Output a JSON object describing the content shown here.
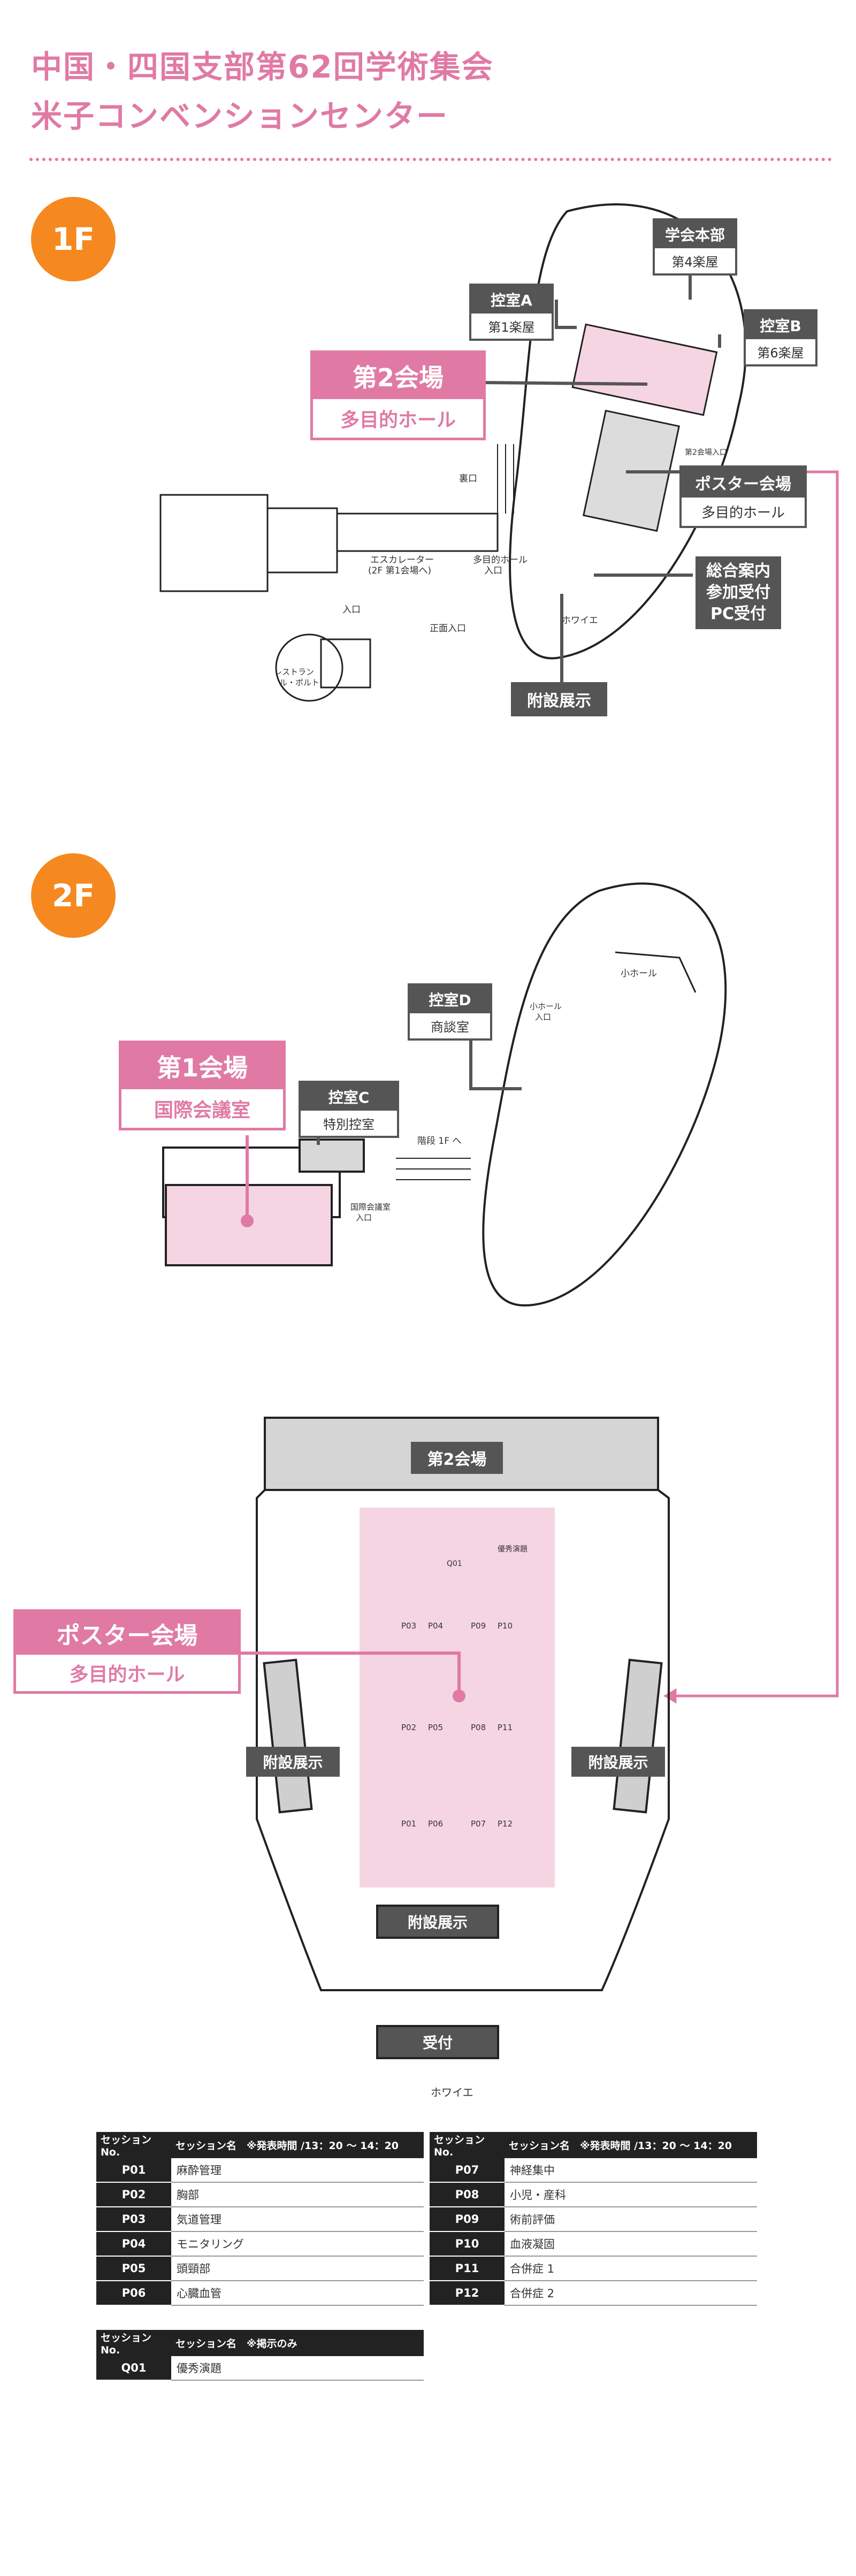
{
  "header": {
    "title_line1": "中国・四国支部第62回学術集会",
    "title_line2": "米子コンベンションセンター"
  },
  "floors": {
    "f1": "1F",
    "f2": "2F"
  },
  "f1": {
    "gakkai": {
      "top": "学会本部",
      "bot": "第4楽屋"
    },
    "hikaeA": {
      "top": "控室A",
      "bot": "第1楽屋"
    },
    "hikaeB": {
      "top": "控室B",
      "bot": "第6楽屋"
    },
    "venue2": {
      "top": "第2会場",
      "bot": "多目的ホール"
    },
    "poster": {
      "top": "ポスター会場",
      "bot": "多目的ホール"
    },
    "reception": {
      "l1": "総合案内",
      "l2": "参加受付",
      "l3": "PC受付"
    },
    "exhibit": "附設展示",
    "labels": {
      "backdoor": "裏口",
      "escalator": "エスカレーター",
      "escalator2": "(2F 第1会場へ)",
      "tahall": "多目的ホール",
      "tahall2": "入口",
      "foyer": "ホワイエ",
      "main_entrance": "正面入口",
      "entrance": "入口",
      "restaurant": "レストラン",
      "restaurant2": "ル・ポルト",
      "venue2_entrance": "第2会場入口"
    }
  },
  "f2": {
    "hikaeD": {
      "top": "控室D",
      "bot": "商談室"
    },
    "hikaeC": {
      "top": "控室C",
      "bot": "特別控室"
    },
    "venue1": {
      "top": "第1会場",
      "bot": "国際会議室"
    },
    "labels": {
      "small_hall": "小ホール",
      "small_hall_entrance": "小ホール",
      "small_hall_entrance2": "入口",
      "stairs": "階段 1F へ",
      "intl_entrance": "国際会議室",
      "intl_entrance2": "入口"
    }
  },
  "detail": {
    "stage": "第2会場",
    "poster": {
      "top": "ポスター会場",
      "bot": "多目的ホール"
    },
    "exhibit_left": "附設展示",
    "exhibit_right": "附設展示",
    "exhibit_center": "附設展示",
    "reception": "受付",
    "foyer": "ホワイエ",
    "award": "優秀演題",
    "q01": "Q01",
    "boards": [
      "P03",
      "P04",
      "P09",
      "P10",
      "P02",
      "P05",
      "P08",
      "P11",
      "P01",
      "P06",
      "P07",
      "P12"
    ]
  },
  "tables": {
    "left": {
      "h_no": "セッションNo.",
      "h_name": "セッション名　※発表時間 /13：20 ～ 14：20",
      "rows": [
        {
          "no": "P01",
          "name": "麻酔管理"
        },
        {
          "no": "P02",
          "name": "胸部"
        },
        {
          "no": "P03",
          "name": "気道管理"
        },
        {
          "no": "P04",
          "name": "モニタリング"
        },
        {
          "no": "P05",
          "name": "頭頸部"
        },
        {
          "no": "P06",
          "name": "心臓血管"
        }
      ]
    },
    "right": {
      "h_no": "セッションNo.",
      "h_name": "セッション名　※発表時間 /13：20 ～ 14：20",
      "rows": [
        {
          "no": "P07",
          "name": "神経集中"
        },
        {
          "no": "P08",
          "name": "小児・産科"
        },
        {
          "no": "P09",
          "name": "術前評価"
        },
        {
          "no": "P10",
          "name": "血液凝固"
        },
        {
          "no": "P11",
          "name": "合併症 1"
        },
        {
          "no": "P12",
          "name": "合併症 2"
        }
      ]
    },
    "bottom": {
      "h_no": "セッションNo.",
      "h_name": "セッション名　※掲示のみ",
      "rows": [
        {
          "no": "Q01",
          "name": "優秀演題"
        }
      ]
    }
  },
  "colors": {
    "pink": "#e07aa5",
    "orange": "#f5891f",
    "dark": "#555555"
  }
}
